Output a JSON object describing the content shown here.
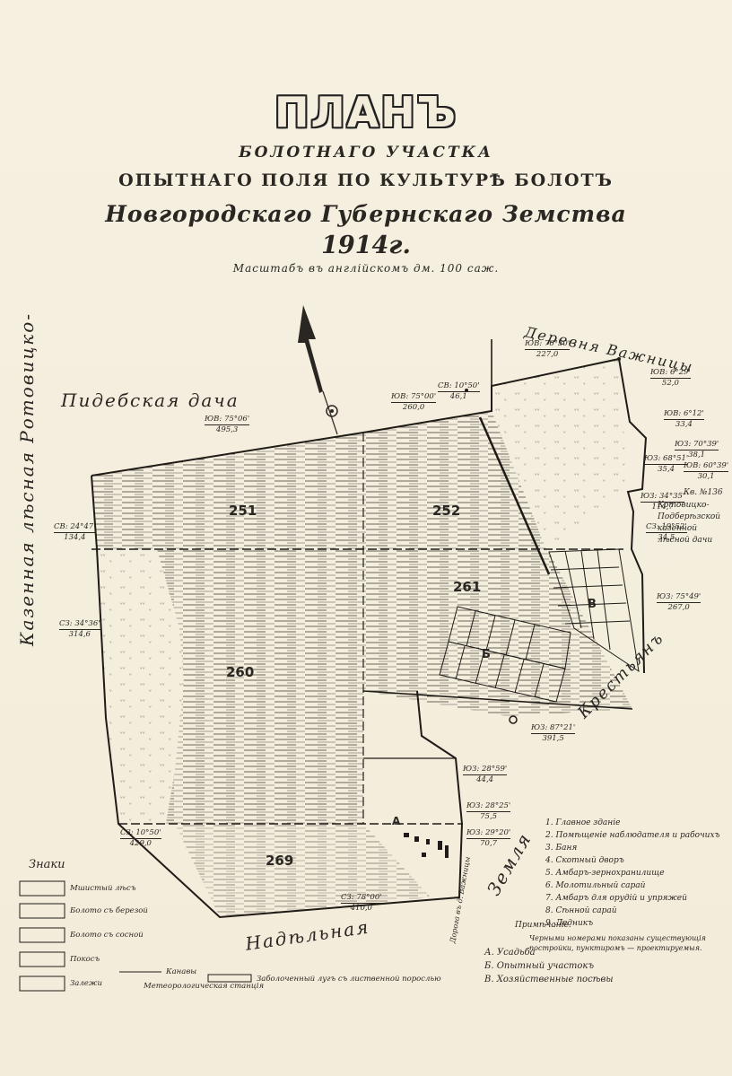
{
  "title": "ПЛАНЪ",
  "subtitle_1": "БОЛОТНАГО УЧАСТКА",
  "subtitle_2": "ОПЫТНАГО ПОЛЯ ПО КУЛЬТУРѢ БОЛОТЪ",
  "subtitle_3": "Новгородскаго Губернскаго Земства",
  "year": "1914г.",
  "scale": "Масштабъ въ англійскомъ дм. 100 саж.",
  "places": {
    "village": "Деревня Важницы",
    "estate": "Пидебская дача",
    "forest": "Казенная лѣсная Ротовицко-",
    "peasants": "Крестьянъ",
    "nadelnaya": "Надѣльная",
    "zemlya": "Земля",
    "khotovitsko": "Котовицко-Подберѣзской казенной лѣсной дачи",
    "kv": "Кв. №136",
    "road": "Дорога въ д. Важницы"
  },
  "plots": [
    "251",
    "252",
    "261",
    "260",
    "269"
  ],
  "sections": [
    "В",
    "Б",
    "А"
  ],
  "bearings": [
    {
      "angle": "ЮВ: 76°30'",
      "dist": "227,0"
    },
    {
      "angle": "СВ: 10°50'",
      "dist": "46,1"
    },
    {
      "angle": "ЮВ: 75°00'",
      "dist": "260,0"
    },
    {
      "angle": "ЮВ: 75°06'",
      "dist": "495,3"
    },
    {
      "angle": "ЮВ: 6°29'",
      "dist": "52,0"
    },
    {
      "angle": "ЮВ: 6°12'",
      "dist": "33,4"
    },
    {
      "angle": "ЮЗ: 70°39'",
      "dist": "38,1"
    },
    {
      "angle": "ЮЗ: 68°51'",
      "dist": "35,4"
    },
    {
      "angle": "ЮВ: 60°39'",
      "dist": "30,1"
    },
    {
      "angle": "ЮЗ: 34°35'",
      "dist": "114,7"
    },
    {
      "angle": "СЗ: 19°52'",
      "dist": "34,5"
    },
    {
      "angle": "СВ: 24°47'",
      "dist": "134,4"
    },
    {
      "angle": "ЮЗ: 75°49'",
      "dist": "267,0"
    },
    {
      "angle": "СЗ: 34°36'",
      "dist": "314,6"
    },
    {
      "angle": "ЮЗ: 87°21'",
      "dist": "391,5"
    },
    {
      "angle": "ЮЗ: 28°59'",
      "dist": "44,4"
    },
    {
      "angle": "ЮЗ: 28°25'",
      "dist": "75,5"
    },
    {
      "angle": "ЮЗ: 29°20'",
      "dist": "70,7"
    },
    {
      "angle": "СЗ: 10°50'",
      "dist": "429,0"
    },
    {
      "angle": "СЗ: 78°00'",
      "dist": "410,0"
    }
  ],
  "legend": {
    "title": "Знаки",
    "items": [
      "Мшистый лѣсъ",
      "Болото съ березой",
      "Болото съ сосной",
      "Покосъ",
      "Залежи",
      "Канавы",
      "Метеорологическая станція",
      "Заболоченный лугъ съ лиственной порослью"
    ]
  },
  "key": [
    {
      "no": "1",
      "label": "Главное зданіе"
    },
    {
      "no": "2",
      "label": "Помѣщеніе наблюдателя и рабочихъ"
    },
    {
      "no": "3",
      "label": "Баня"
    },
    {
      "no": "4",
      "label": "Скотный дворъ"
    },
    {
      "no": "5",
      "label": "Амбаръ-зернохранилище"
    },
    {
      "no": "6",
      "label": "Молотильный сарай"
    },
    {
      "no": "7",
      "label": "Амбаръ для орудій и упряжей"
    },
    {
      "no": "8",
      "label": "Сѣнной сарай"
    },
    {
      "no": "9",
      "label": "Ледникъ"
    }
  ],
  "note_label": "Примѣчаніе.",
  "note_text": "Черными номерами показаны существующія постройки, пунктиромъ — проектируемыя.",
  "sections_key": [
    {
      "letter": "А",
      "label": "Усадьба"
    },
    {
      "letter": "Б",
      "label": "Опытный участокъ"
    },
    {
      "letter": "В",
      "label": "Хозяйственные посѣвы"
    }
  ]
}
